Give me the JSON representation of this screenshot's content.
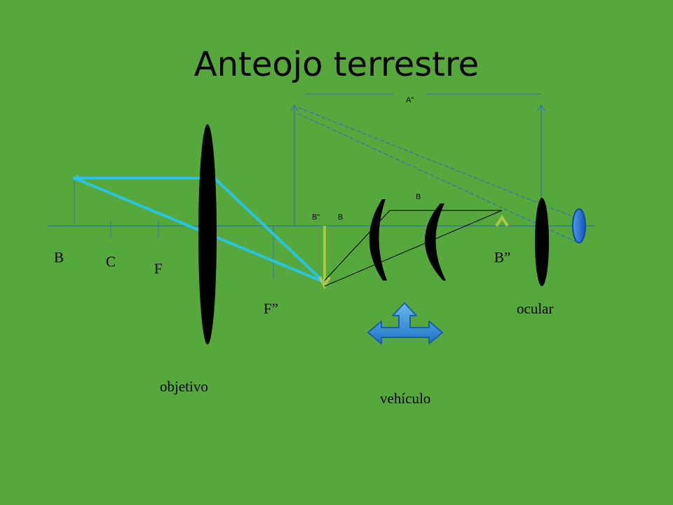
{
  "slide": {
    "title": "Anteojo terrestre"
  },
  "labels": {
    "b_object": "B",
    "c": "C",
    "f": "F",
    "f_double": "F”",
    "b_double_right": "B”",
    "b_double_small": "B”",
    "b_small": "B",
    "b_upper_small": "B",
    "a_double": "A”",
    "objetivo": "objetivo",
    "vehiculo": "vehículo",
    "ocular": "ocular"
  },
  "colors": {
    "background": "#56A83C",
    "lens": "#000000",
    "axis": "#2E75B6",
    "ray": "#29C5E0",
    "image_arrow": "#A9C84A",
    "eye": "#1E6FD0",
    "move_arrow": "#2F8FD8"
  },
  "icons": {
    "eye": "eye-lens-icon",
    "move": "three-way-arrow-icon"
  }
}
